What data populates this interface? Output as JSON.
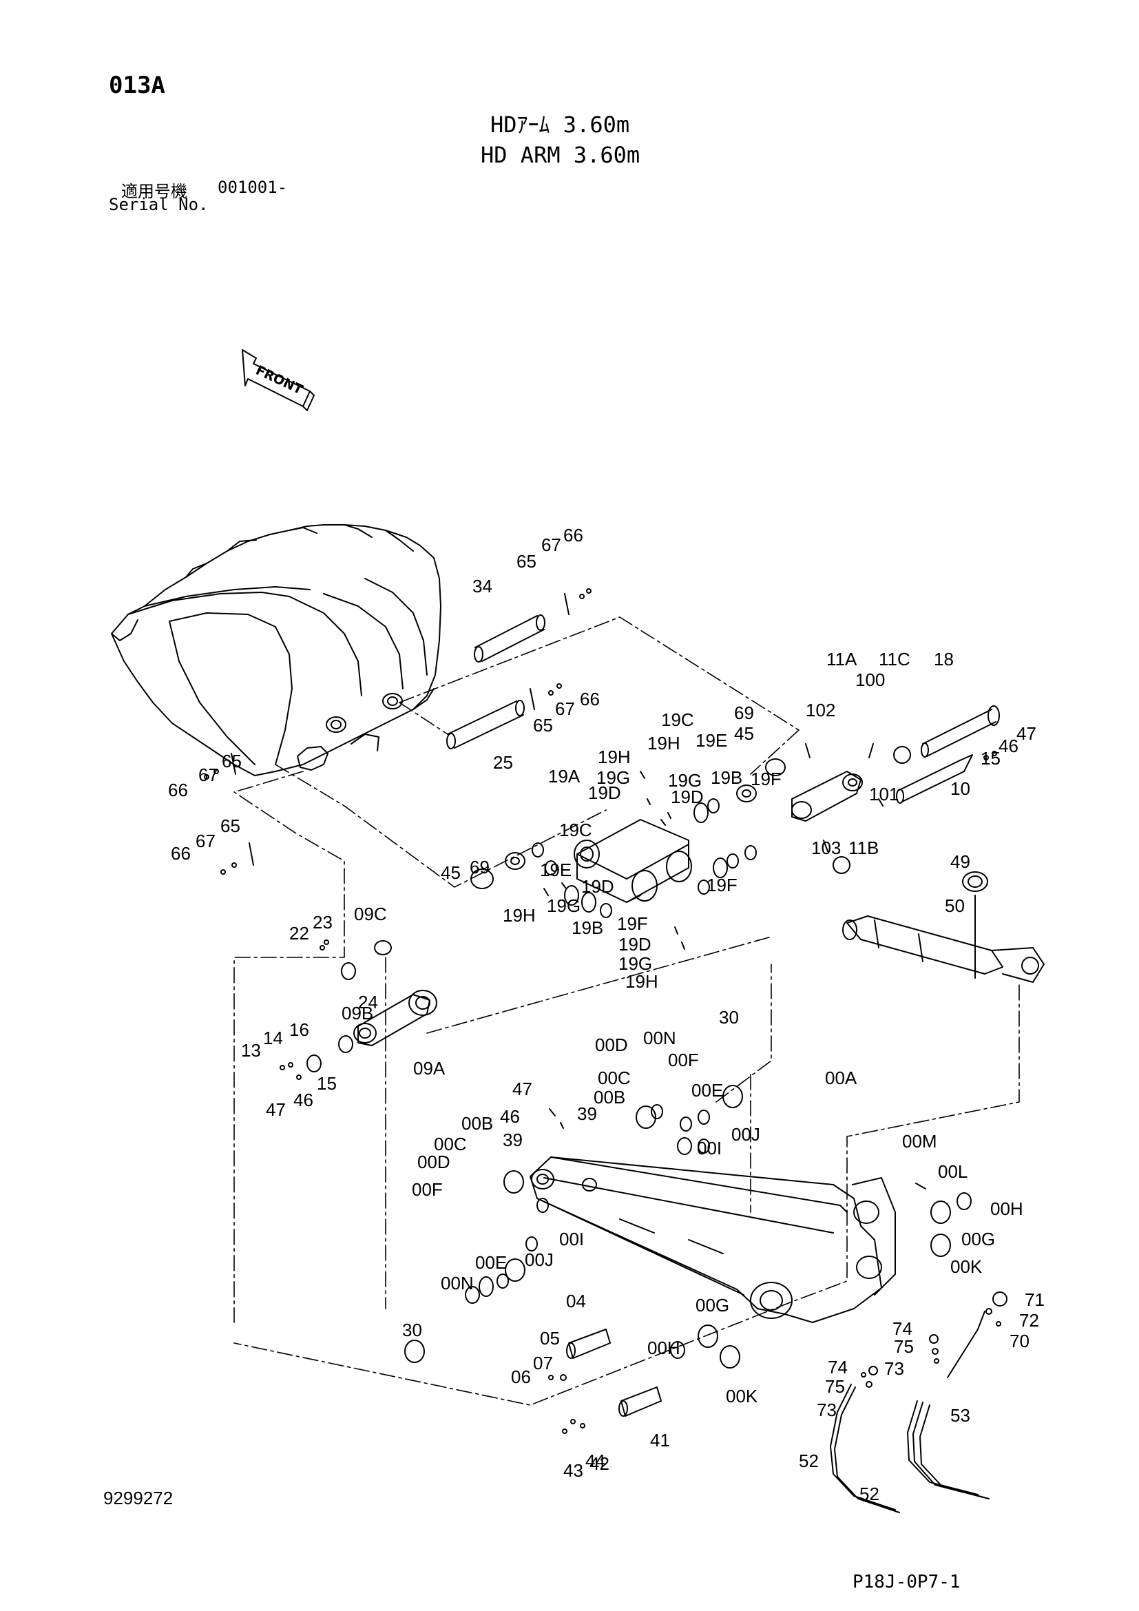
{
  "header": {
    "code": "013A",
    "title_jp": "HDｱｰﾑ 3.60m",
    "title_en": "HD ARM 3.60m",
    "serial_label_jp": "適用号機",
    "serial_value": "001001-",
    "serial_label_en": "Serial No."
  },
  "footer": {
    "drawing_number": "9299272",
    "page_ref": "P18J-0P7-1"
  },
  "front_label": "FRONT",
  "callouts": [
    "66",
    "67",
    "65",
    "34",
    "66",
    "67",
    "65",
    "25",
    "11A",
    "11C",
    "18",
    "100",
    "102",
    "47",
    "46",
    "15",
    "10",
    "101",
    "103",
    "11B",
    "69",
    "45",
    "19C",
    "19H",
    "19E",
    "19H",
    "19G",
    "19D",
    "19A",
    "19G",
    "19B",
    "19F",
    "19D",
    "19C",
    "69",
    "19E",
    "45",
    "19H",
    "19G",
    "19D",
    "19F",
    "19B",
    "19F",
    "19D",
    "19G",
    "19H",
    "65",
    "67",
    "66",
    "65",
    "67",
    "66",
    "49",
    "50",
    "22",
    "23",
    "09C",
    "24",
    "13",
    "14",
    "16",
    "09B",
    "15",
    "47",
    "46",
    "09A",
    "30",
    "00D",
    "00N",
    "00F",
    "00C",
    "00E",
    "47",
    "00B",
    "46",
    "39",
    "39",
    "00J",
    "00I",
    "00A",
    "00B",
    "00C",
    "00D",
    "00F",
    "00E",
    "00N",
    "00J",
    "00I",
    "30",
    "00M",
    "00L",
    "00H",
    "00G",
    "00K",
    "04",
    "05",
    "07",
    "06",
    "00G",
    "00H",
    "00K",
    "41",
    "42",
    "43",
    "44",
    "71",
    "72",
    "70",
    "74",
    "75",
    "73",
    "74",
    "75",
    "73",
    "53",
    "52",
    "52"
  ]
}
